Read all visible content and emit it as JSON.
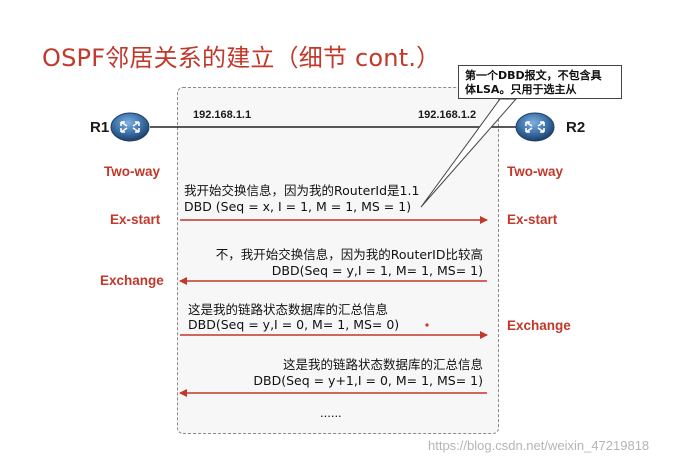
{
  "title": "OSPF邻居关系的建立（细节 cont.）",
  "routers": {
    "r1": {
      "label": "R1",
      "ip": "192.168.1.1",
      "icon": "router-icon"
    },
    "r2": {
      "label": "R2",
      "ip": "192.168.1.2",
      "icon": "router-icon"
    }
  },
  "callout": {
    "line1": "第一个DBD报文，不包含具",
    "line2": "体LSA。只用于选主从"
  },
  "states": {
    "r1_twoway": "Two-way",
    "r1_exstart": "Ex-start",
    "r1_exchange": "Exchange",
    "r2_twoway": "Two-way",
    "r2_exstart": "Ex-start",
    "r2_exchange": "Exchange"
  },
  "messages": [
    {
      "text": "我开始交换信息，因为我的RouterId是1.1",
      "dbd": "DBD (Seq = x, I = 1, M = 1, MS = 1)",
      "direction": "right"
    },
    {
      "text": "不，我开始交换信息，因为我的RouterID比较高",
      "dbd": "DBD(Seq = y,I = 1, M= 1, MS= 1)",
      "direction": "left"
    },
    {
      "text": "这是我的链路状态数据库的汇总信息",
      "dbd": "DBD(Seq = y,I = 0, M= 1, MS= 0)",
      "direction": "right"
    },
    {
      "text": "这是我的链路状态数据库的汇总信息",
      "dbd": "DBD(Seq = y+1,I = 0, M= 1, MS= 1)",
      "direction": "left"
    }
  ],
  "ellipsis": "......",
  "watermark": "https://blog.csdn.net/weixin_47219818",
  "colors": {
    "accent": "#c0392b",
    "router": "#3a6ea5"
  }
}
